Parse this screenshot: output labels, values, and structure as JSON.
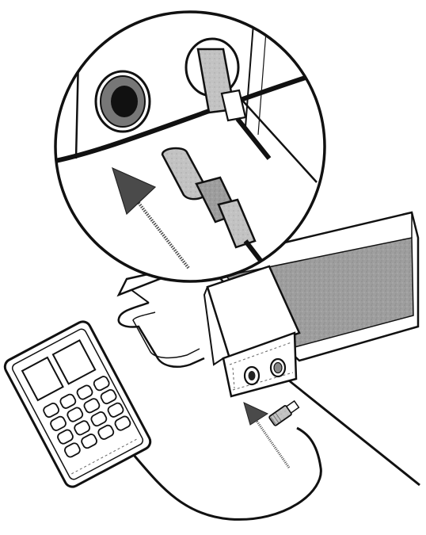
{
  "illustration": {
    "style": "black-and-white line drawing",
    "subjects": [
      "handheld-controller",
      "controller-keypad",
      "controller-display-windows",
      "control-box",
      "carry-handle",
      "jack-socket-left",
      "jack-socket-right",
      "connector-plug",
      "cable",
      "magnified-inset",
      "insertion-arrow"
    ],
    "keypad": {
      "rows": 4,
      "cols": 4
    },
    "colors": {
      "line": "#111111",
      "fill": "#ffffff",
      "gray_dark": "#777777",
      "gray_mid": "#a9a9a9",
      "gray_light": "#cfcfcf",
      "arrow": "#4a4a4a"
    }
  }
}
